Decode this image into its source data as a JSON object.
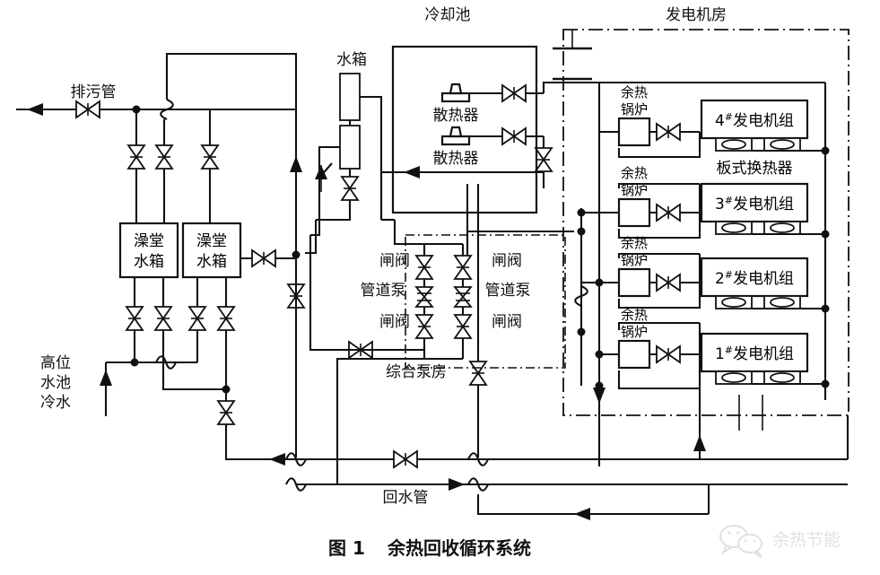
{
  "figure": {
    "caption_number": "图 1",
    "caption_title": "余热回收循环系统",
    "watermark_text": "余热节能",
    "watermark_icon": "wechat-icon"
  },
  "labels": {
    "drain_pipe": "排污管",
    "bath_tank_1": "澡堂\n水箱",
    "bath_tank_2": "澡堂\n水箱",
    "bath_tank_line1": "澡堂",
    "bath_tank_line2": "水箱",
    "high_pool_cold_water_l1": "高位",
    "high_pool_cold_water_l2": "水池",
    "high_pool_cold_water_l3": "冷水",
    "water_tank": "水箱",
    "cooling_pool": "冷却池",
    "radiator_1": "散热器",
    "radiator_2": "散热器",
    "gate_valve_left_top": "闸阀",
    "pipeline_pump_left": "管道泵",
    "gate_valve_left_bottom": "闸阀",
    "gate_valve_right_top": "闸阀",
    "pipeline_pump_right": "管道泵",
    "gate_valve_right_bottom": "闸阀",
    "pump_house": "综合泵房",
    "return_pipe": "回水管",
    "generator_room": "发电机房",
    "plate_heat_exchanger": "板式换热器",
    "waste_heat_boiler_l1": "余热",
    "waste_heat_boiler_l2": "锅炉"
  },
  "waste_heat_boilers": [
    {
      "id": "boiler-4",
      "line1": "余热",
      "line2": "锅炉"
    },
    {
      "id": "boiler-3",
      "line1": "余热",
      "line2": "锅炉"
    },
    {
      "id": "boiler-2",
      "line1": "余热",
      "line2": "锅炉"
    },
    {
      "id": "boiler-1",
      "line1": "余热",
      "line2": "锅炉"
    }
  ],
  "generator_sets": [
    {
      "id": "genset-4",
      "number": "4",
      "sup": "#",
      "name": "发电机组"
    },
    {
      "id": "genset-3",
      "number": "3",
      "sup": "#",
      "name": "发电机组"
    },
    {
      "id": "genset-2",
      "number": "2",
      "sup": "#",
      "name": "发电机组"
    },
    {
      "id": "genset-1",
      "number": "1",
      "sup": "#",
      "name": "发电机组"
    }
  ],
  "colors": {
    "line": "#111111",
    "background": "#ffffff",
    "watermark": "#c9c9c9"
  }
}
